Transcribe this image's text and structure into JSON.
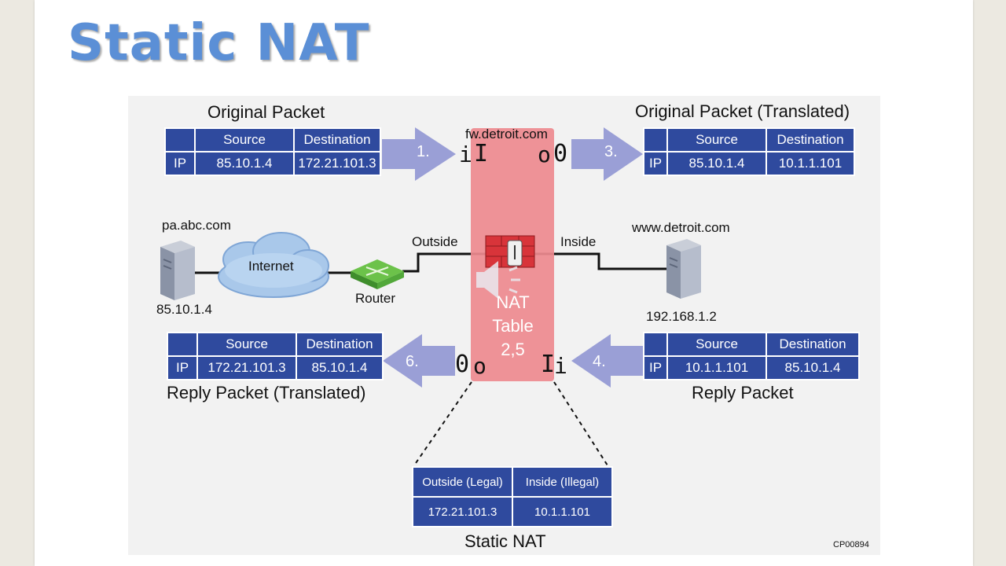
{
  "title": "Static NAT",
  "labels": {
    "original_packet": "Original Packet",
    "original_translated": "Original Packet (Translated)",
    "reply_translated": "Reply Packet (Translated)",
    "reply_packet": "Reply Packet",
    "firewall_host": "fw.detroit.com",
    "client_host": "pa.abc.com",
    "client_ip": "85.10.1.4",
    "server_host": "www.detroit.com",
    "server_ip": "192.168.1.2",
    "internet": "Internet",
    "router": "Router",
    "outside": "Outside",
    "inside": "Inside",
    "nat_table": [
      "NAT",
      "Table",
      "2,5"
    ],
    "static_nat": "Static NAT",
    "figure_code": "CP00894"
  },
  "interfaces": {
    "top_in_left": "i",
    "top_in_right": "I",
    "top_out_left": "o",
    "top_out_right": "0",
    "bottom_out_left": "0",
    "bottom_out_right": "o",
    "bottom_in_left": "I",
    "bottom_in_right": "i"
  },
  "steps": {
    "s1": "1.",
    "s3": "3.",
    "s4": "4.",
    "s6": "6."
  },
  "packets": {
    "headers": {
      "source": "Source",
      "destination": "Destination",
      "row": "IP"
    },
    "original": {
      "source": "85.10.1.4",
      "destination": "172.21.101.3"
    },
    "original_translated": {
      "source": "85.10.1.4",
      "destination": "10.1.1.101"
    },
    "reply_translated": {
      "source": "172.21.101.3",
      "destination": "85.10.1.4"
    },
    "reply": {
      "source": "10.1.1.101",
      "destination": "85.10.1.4"
    }
  },
  "nat_table": {
    "headers": [
      "Outside (Legal)",
      "Inside (Illegal)"
    ],
    "row": [
      "172.21.101.3",
      "10.1.1.101"
    ]
  },
  "colors": {
    "title": "#5b8fd6",
    "table_fill": "#2f4a9e",
    "arrow": "#9a9fd6",
    "firewall": "#ee8a8f",
    "router": "#6cc24a",
    "cloud": "#a9c8ea"
  }
}
